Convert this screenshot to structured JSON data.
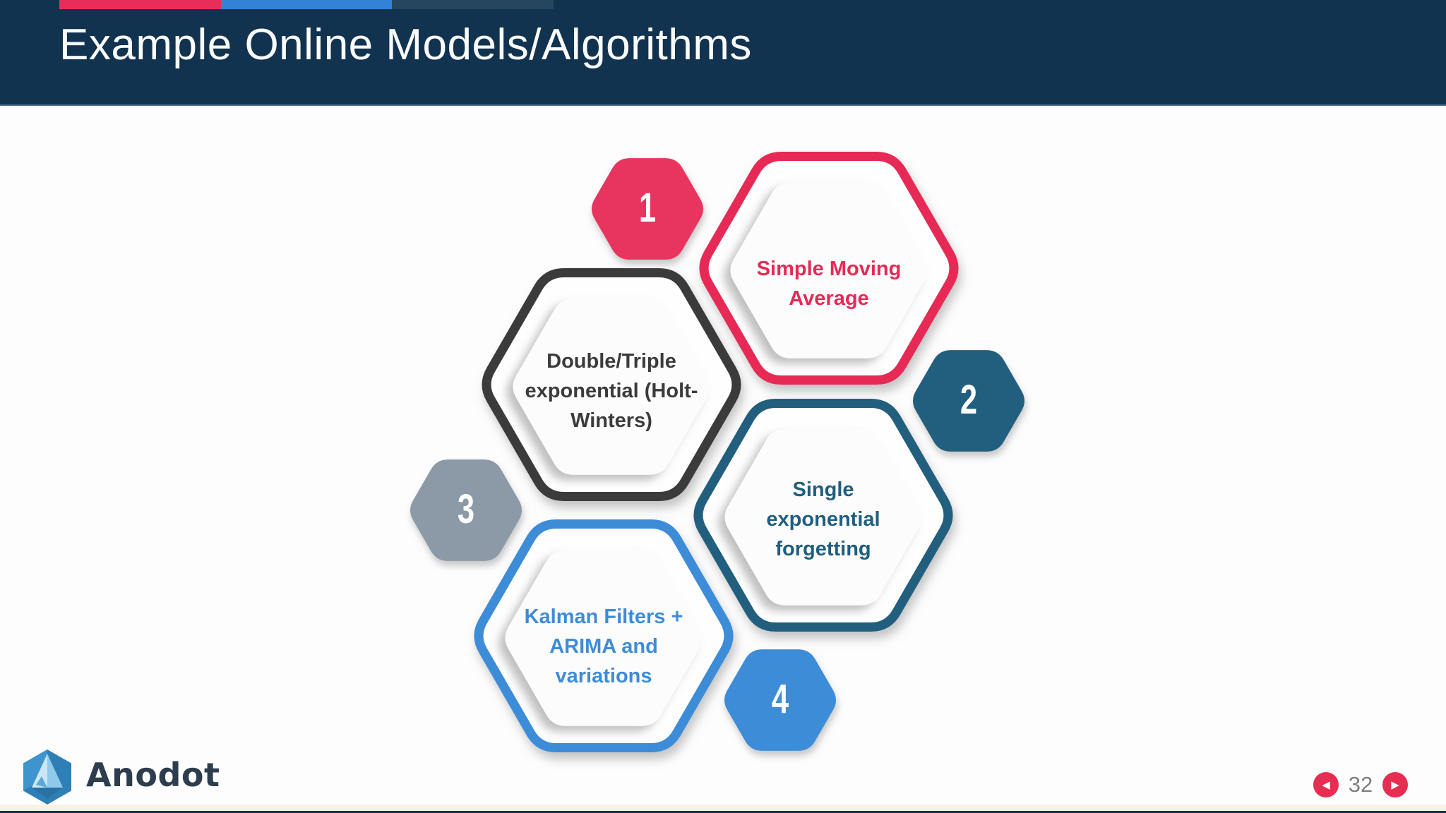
{
  "header": {
    "title": "Example Online Models/Algorithms",
    "bg": "#12334F",
    "accent_segments": [
      {
        "name": "pink",
        "color": "#E92D59"
      },
      {
        "name": "blue",
        "color": "#3282D6"
      },
      {
        "name": "slate",
        "color": "#26455E"
      }
    ]
  },
  "diagram": {
    "hex_fill": "#FEFEFE",
    "nodes": [
      {
        "number": "1",
        "label": "Simple Moving\nAverage",
        "accent": "#E62A55",
        "number_fill": "#E8355E"
      },
      {
        "number": "2",
        "label": "Single\nexponential\nforgetting",
        "accent": "#205E7E",
        "number_fill": "#205E7E"
      },
      {
        "number": "3",
        "label": "Double/Triple\nexponential (Holt-\nWinters)",
        "accent": "#3B3B3B",
        "number_fill": "#8C99A6"
      },
      {
        "number": "4",
        "label": "Kalman Filters +\nARIMA and\nvariations",
        "accent": "#3E8CD8",
        "number_fill": "#3E8CD8"
      }
    ]
  },
  "footer": {
    "logo_text": "Anodot",
    "page_number": "32",
    "prev_icon": "◀",
    "next_icon": "▶",
    "nav_color": "#E62D52"
  }
}
